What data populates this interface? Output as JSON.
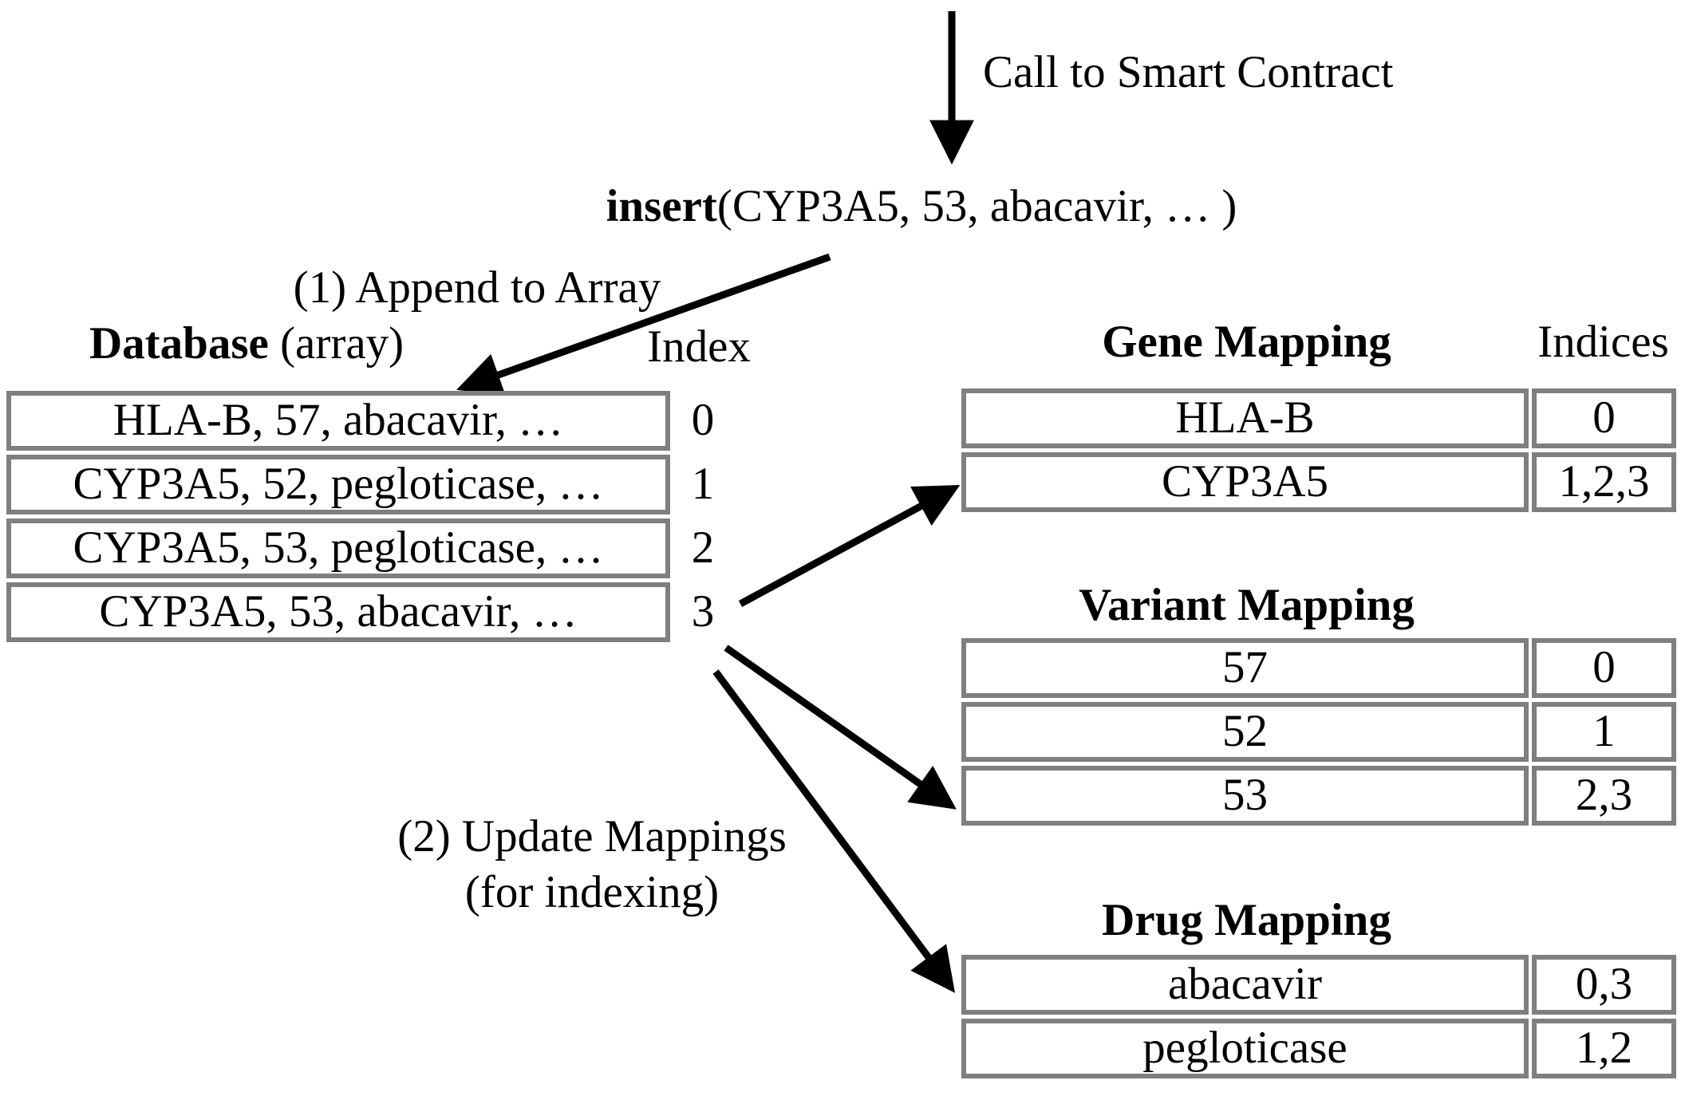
{
  "top": {
    "call_label": "Call to Smart Contract",
    "insert_function": "insert",
    "insert_args": "(CYP3A5, 53, abacavir, … )"
  },
  "steps": {
    "step1_label": "(1) Append to Array",
    "step2_line1": "(2) Update Mappings",
    "step2_line2": "(for indexing)"
  },
  "database": {
    "title": "Database",
    "title_suffix": " (array)",
    "index_header": "Index",
    "rows": [
      "HLA-B, 57, abacavir, …",
      "CYP3A5, 52, pegloticase, …",
      "CYP3A5, 53, pegloticase, …",
      "CYP3A5, 53, abacavir, …"
    ],
    "indices": [
      "0",
      "1",
      "2",
      "3"
    ]
  },
  "gene_mapping": {
    "title": "Gene Mapping",
    "indices_header": "Indices",
    "rows": [
      {
        "key": "HLA-B",
        "indices": "0"
      },
      {
        "key": "CYP3A5",
        "indices": "1,2,3"
      }
    ]
  },
  "variant_mapping": {
    "title": "Variant Mapping",
    "rows": [
      {
        "key": "57",
        "indices": "0"
      },
      {
        "key": "52",
        "indices": "1"
      },
      {
        "key": "53",
        "indices": "2,3"
      }
    ]
  },
  "drug_mapping": {
    "title": "Drug Mapping",
    "rows": [
      {
        "key": "abacavir",
        "indices": "0,3"
      },
      {
        "key": "pegloticase",
        "indices": "1,2"
      }
    ]
  },
  "colors": {
    "border_gray": "#7f7f7f",
    "text": "#000000",
    "background": "#ffffff",
    "arrow": "#000000"
  }
}
